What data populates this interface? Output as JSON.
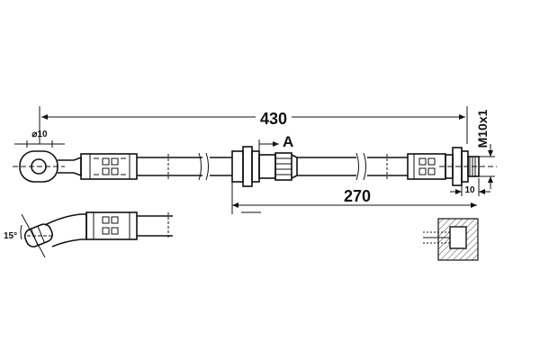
{
  "drawing": {
    "dimensions": {
      "overall_length": "430",
      "detail_length": "270",
      "eye_diameter": "⌀10",
      "thread": "M10x1",
      "thread_length": "10",
      "angle": "15°",
      "detail_marker": "A"
    },
    "colors": {
      "line": "#111111",
      "background": "#ffffff",
      "hatch": "#444444"
    }
  }
}
